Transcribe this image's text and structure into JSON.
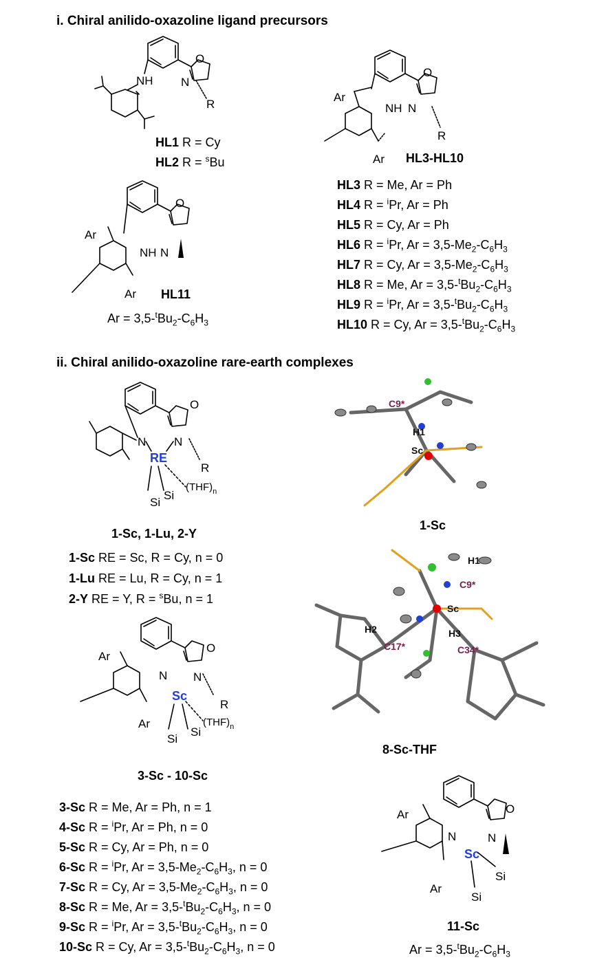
{
  "section_i": {
    "title": "i. Chiral anilido-oxazoline ligand precursors"
  },
  "section_ii": {
    "title": "ii. Chiral anilido-oxazoline rare-earth complexes"
  },
  "hl1_hl2": {
    "line1_bold": "HL1",
    "line1_text": " R = Cy",
    "line2_bold": "HL2",
    "line2_text": " R = ",
    "line2_sup": "s",
    "line2_end": "Bu"
  },
  "hl3_10": {
    "caption": "HL3-HL10",
    "rows": [
      {
        "id": "HL3",
        "pre": " R = Me, Ar = Ph"
      },
      {
        "id": "HL4",
        "pre": " R = ",
        "sup": "i",
        "post": "Pr, Ar = Ph"
      },
      {
        "id": "HL5",
        "pre": " R = Cy, Ar = Ph"
      },
      {
        "id": "HL6",
        "pre": " R = ",
        "sup": "i",
        "post": "Pr, Ar = 3,5-Me",
        "sub1": "2",
        "post2": "-C",
        "sub2": "6",
        "post3": "H",
        "sub3": "3"
      },
      {
        "id": "HL7",
        "pre": " R = Cy, Ar = 3,5-Me",
        "sub1": "2",
        "post2": "-C",
        "sub2": "6",
        "post3": "H",
        "sub3": "3"
      },
      {
        "id": "HL8",
        "pre": " R = Me, Ar = 3,5-",
        "sup2": "t",
        "post": "Bu",
        "sub1": "2",
        "post2": "-C",
        "sub2": "6",
        "post3": "H",
        "sub3": "3"
      },
      {
        "id": "HL9",
        "pre": " R = ",
        "sup": "i",
        "post": "Pr, Ar = 3,5-",
        "sup2": "t",
        "postb": "Bu",
        "sub1": "2",
        "post2": "-C",
        "sub2": "6",
        "post3": "H",
        "sub3": "3"
      },
      {
        "id": "HL10",
        "pre": " R = Cy, Ar = 3,5-",
        "sup2": "t",
        "post": "Bu",
        "sub1": "2",
        "post2": "-C",
        "sub2": "6",
        "post3": "H",
        "sub3": "3"
      }
    ]
  },
  "hl11": {
    "caption": "HL11",
    "ar_pre": "Ar = 3,5-",
    "ar_sup": "t",
    "ar_bu": "Bu",
    "ar_s1": "2",
    "ar_c": "-C",
    "ar_s2": "6",
    "ar_h": "H",
    "ar_s3": "3"
  },
  "complex1": {
    "caption": "1-Sc, 1-Lu, 2-Y",
    "rows": [
      {
        "id": "1-Sc",
        "text": " RE = Sc, R = Cy, n = 0"
      },
      {
        "id": "1-Lu",
        "text": " RE = Lu, R = Cy, n = 1"
      },
      {
        "id": "2-Y",
        "text": " RE = Y, R = ",
        "sup": "s",
        "end": "Bu, n = 1"
      }
    ]
  },
  "complex3": {
    "caption": "3-Sc - 10-Sc",
    "rows": [
      {
        "id": "3-Sc",
        "text": " R = Me, Ar = Ph, n = 1"
      },
      {
        "id": "4-Sc",
        "pre": " R = ",
        "sup": "i",
        "text": "Pr, Ar = Ph, n = 0"
      },
      {
        "id": "5-Sc",
        "text": " R = Cy, Ar = Ph, n = 0"
      },
      {
        "id": "6-Sc",
        "pre": " R = ",
        "sup": "i",
        "text": "Pr, Ar = 3,5-Me",
        "s1": "2",
        "t2": "-C",
        "s2": "6",
        "t3": "H",
        "s3": "3",
        "end": ", n = 0"
      },
      {
        "id": "7-Sc",
        "text": " R = Cy, Ar = 3,5-Me",
        "s1": "2",
        "t2": "-C",
        "s2": "6",
        "t3": "H",
        "s3": "3",
        "end": ", n = 0"
      },
      {
        "id": "8-Sc",
        "text": " R = Me, Ar = 3,5-",
        "sup2": "t",
        "bu": "Bu",
        "s1": "2",
        "t2": "-C",
        "s2": "6",
        "t3": "H",
        "s3": "3",
        "end": ", n = 0"
      },
      {
        "id": "9-Sc",
        "pre": " R = ",
        "sup": "i",
        "text": "Pr, Ar = 3,5-",
        "sup2": "t",
        "bu": "Bu",
        "s1": "2",
        "t2": "-C",
        "s2": "6",
        "t3": "H",
        "s3": "3",
        "end": ", n = 0"
      },
      {
        "id": "10-Sc",
        "text": " R = Cy, Ar = 3,5-",
        "sup2": "t",
        "bu": "Bu",
        "s1": "2",
        "t2": "-C",
        "s2": "6",
        "t3": "H",
        "s3": "3",
        "end": ", n = 0"
      }
    ]
  },
  "complex11": {
    "caption": "11-Sc",
    "ar_pre": "Ar = 3,5-",
    "ar_sup": "t",
    "ar_bu": "Bu",
    "ar_s1": "2",
    "ar_c": "-C",
    "ar_s2": "6",
    "ar_h": "H",
    "ar_s3": "3"
  },
  "crystal1": {
    "caption": "1-Sc",
    "labels": {
      "c9": "C9*",
      "h1": "H1",
      "sc": "Sc"
    }
  },
  "crystal8": {
    "caption": "8-Sc-THF",
    "labels": {
      "h1": "H1",
      "c9": "C9*",
      "sc": "Sc",
      "h2": "H2",
      "c17": "C17*",
      "h3": "H3",
      "c34": "C34*"
    }
  },
  "atoms": {
    "o": "O",
    "n": "N",
    "nh": "NH",
    "r": "R",
    "ar": "Ar",
    "re": "RE",
    "sc": "Sc",
    "si": "Si",
    "thf": "(THF)",
    "n_sub": "n"
  }
}
